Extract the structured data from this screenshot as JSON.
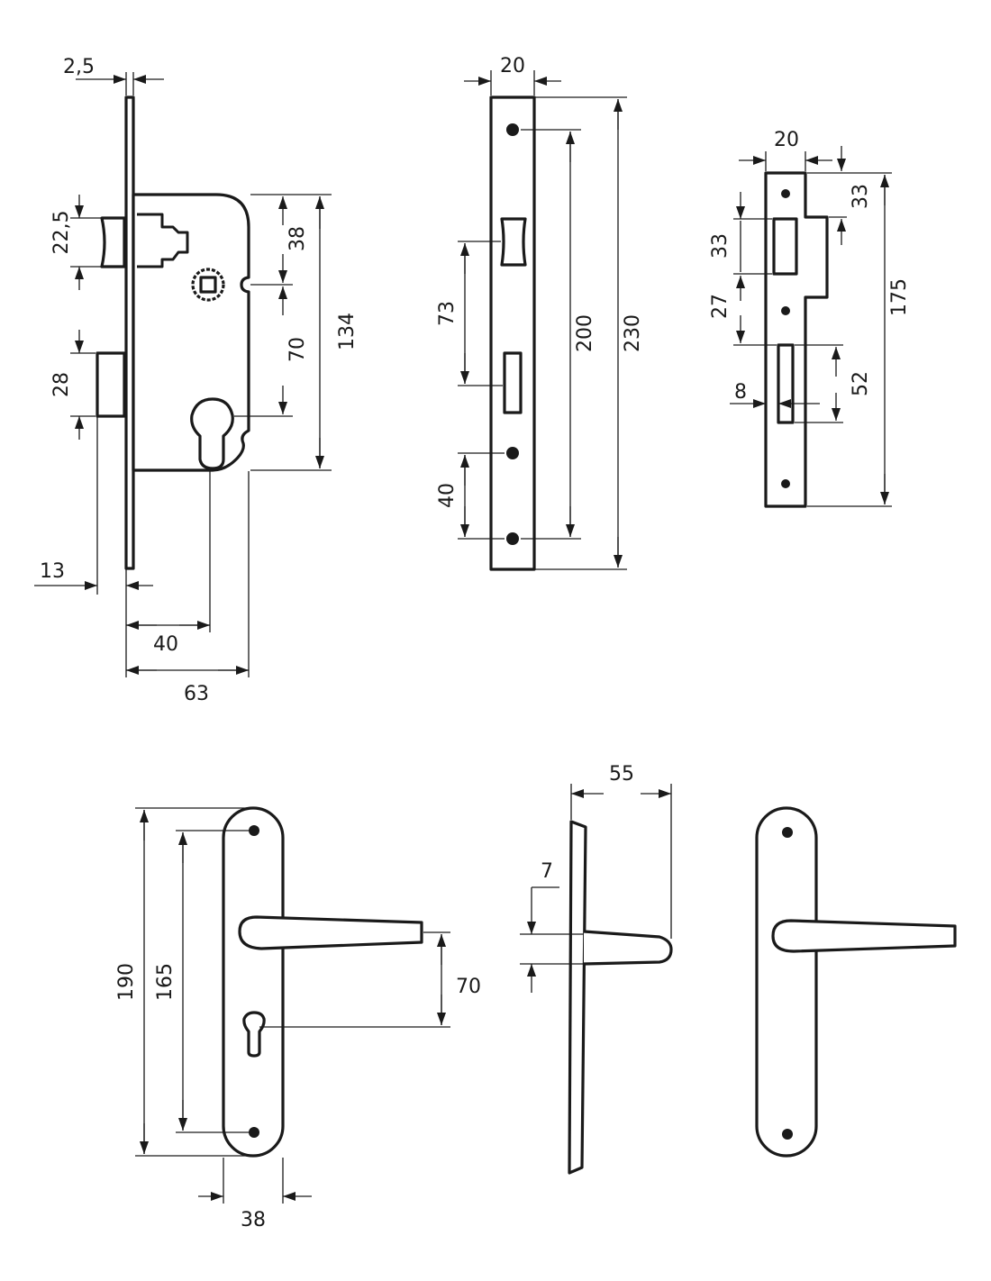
{
  "lock_case": {
    "plate_thickness": "2,5",
    "latch_height": "22,5",
    "bolt_height": "28",
    "spindle_offset": "38",
    "spindle_to_cylinder": "70",
    "case_height": "134",
    "bolt_throw": "13",
    "backset": "40",
    "case_depth": "63"
  },
  "faceplate": {
    "width": "20",
    "latch_to_bolt": "73",
    "screw_spacing": "200",
    "length": "230",
    "lower_holes": "40"
  },
  "strike_plate": {
    "width": "20",
    "top_offset": "33",
    "latch_opening": "33",
    "gap": "27",
    "bolt_opening": "52",
    "depth": "8",
    "length": "175"
  },
  "handle_front": {
    "plate_height": "190",
    "screw_spacing": "165",
    "handle_to_keyhole": "70",
    "plate_width": "38"
  },
  "handle_side": {
    "projection": "55",
    "lever_thickness": "7"
  }
}
